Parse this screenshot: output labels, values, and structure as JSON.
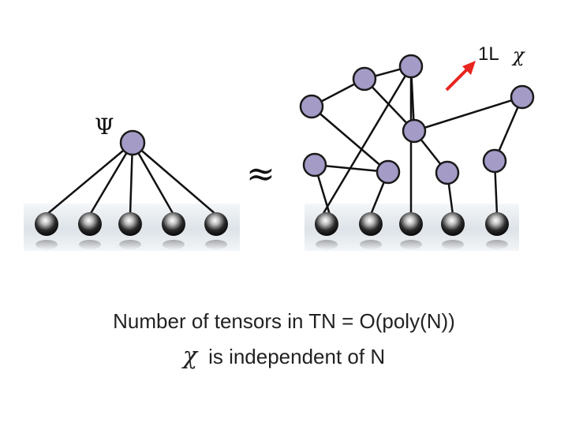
{
  "labels": {
    "psi": "Ψ",
    "approx": "≈",
    "bond_label": "1L",
    "chi": "χ"
  },
  "caption": {
    "line1": "Number of tensors in TN = O(poly(N))",
    "line2_symbol": "χ",
    "line2_text": "is independent of N"
  },
  "colors": {
    "node_fill": "#A59BC7",
    "node_stroke": "#1a1a1a",
    "edge": "#111111",
    "arrow": "#E8241E"
  }
}
